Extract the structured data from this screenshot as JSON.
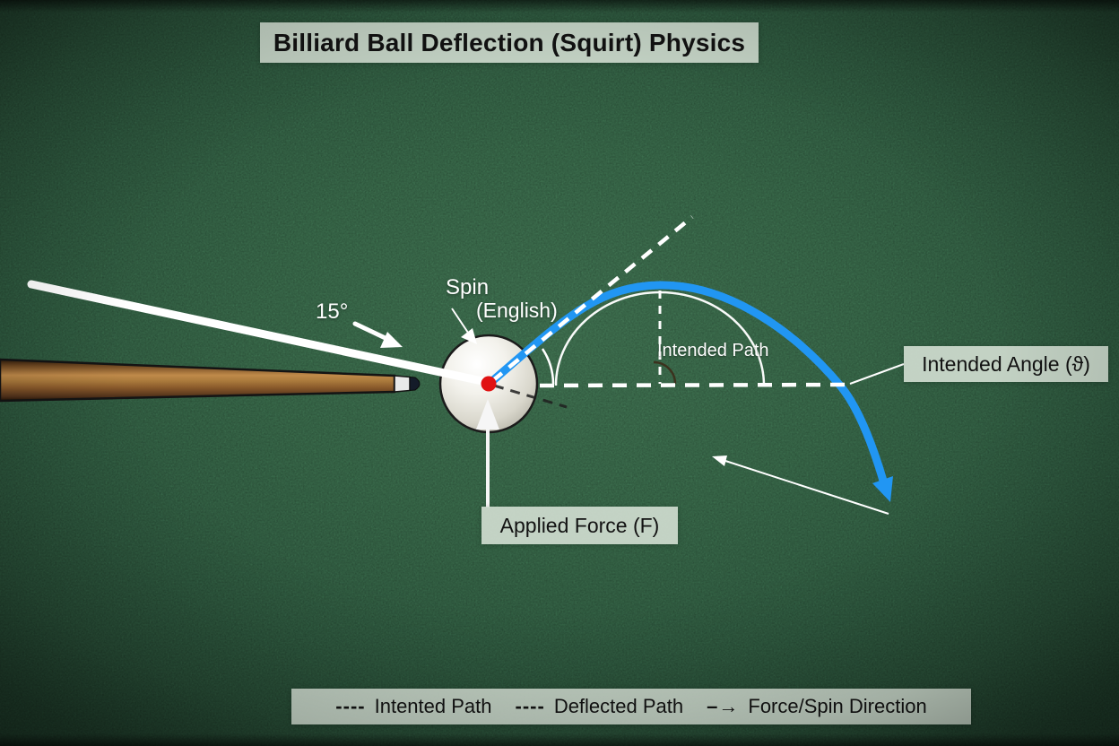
{
  "title": "Billiard Ball Deflection (Squirt) Physics",
  "annotations": {
    "cut_angle": "15°",
    "spin": "Spin",
    "spin_sub": "(English)",
    "intended_path": "Intended Path",
    "intended_angle": "Intended Angle (ϑ)",
    "applied_force": "Applied Force (F)"
  },
  "legend": {
    "items": [
      {
        "symbol": "----",
        "label": "Intented Path"
      },
      {
        "symbol": "----",
        "label": "Deflected Path"
      },
      {
        "symbol": "–→",
        "label": "Force/Spin Direction"
      }
    ]
  },
  "colors": {
    "felt_green": "#417a55",
    "label_background": "#cfdccf",
    "deflected_path_blue": "#2196f3",
    "contact_point_red": "#e01212",
    "cue_wood_brown": "#a06a33",
    "line_white": "#ffffff"
  }
}
